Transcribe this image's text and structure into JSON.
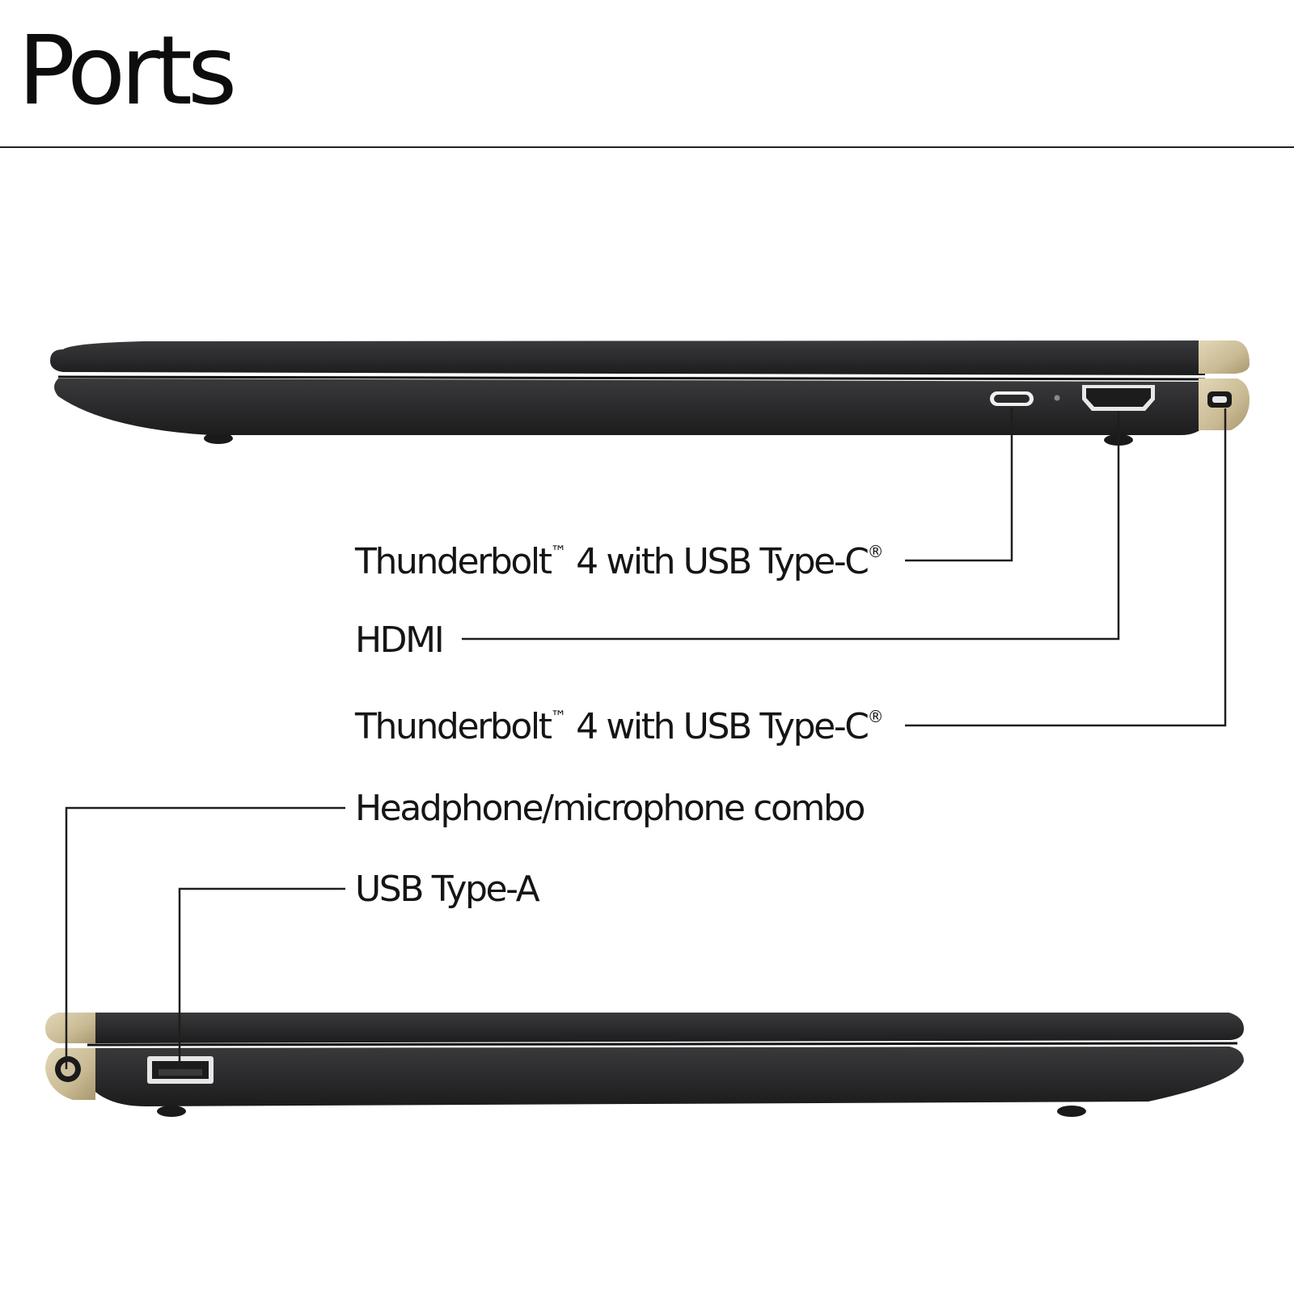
{
  "title": "Ports",
  "labels": {
    "tb_right_1": {
      "text": "Thunderbolt",
      "tm": "™",
      "rest": " 4 with USB Type-C",
      "reg": "®"
    },
    "hdmi": {
      "text": "HDMI"
    },
    "tb_right_2": {
      "text": "Thunderbolt",
      "tm": "™",
      "rest": " 4 with USB Type-C",
      "reg": "®"
    },
    "headphone": {
      "text": "Headphone/microphone combo"
    },
    "usb_a": {
      "text": "USB Type-A"
    }
  },
  "colors": {
    "laptop_body": "#2b2b2d",
    "laptop_edge": "#1a1a1b",
    "hinge_gold": "#cdbf9a",
    "leader_line": "#1e1e1e"
  }
}
